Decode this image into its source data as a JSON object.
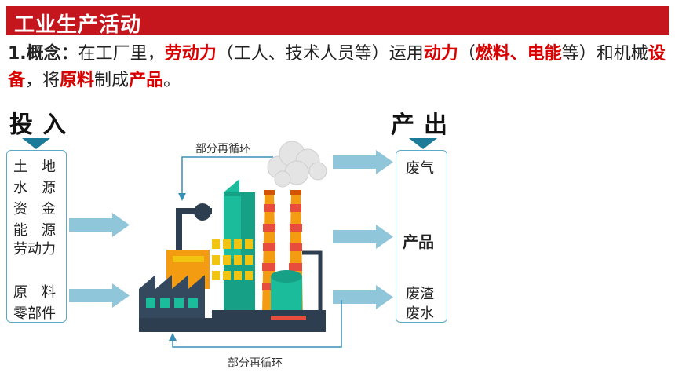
{
  "title": "工业生产活动",
  "concept": {
    "prefix": "1.概念：",
    "t1": "在工厂里，",
    "h1": "劳动力",
    "t2": "（工人、技术人员等）运用",
    "h2": "动力",
    "t3": "（",
    "h3": "燃料、电能",
    "t4": "等）和机械",
    "h4": "设备",
    "t5": "，将",
    "h5": "原料",
    "t6": "制成",
    "h6": "产品",
    "t7": "。"
  },
  "inputs": {
    "heading": "投入",
    "group1": [
      "土　地",
      "水　源",
      "资　金",
      "能　源",
      "劳动力"
    ],
    "group2": [
      "原　料",
      "零部件"
    ]
  },
  "outputs": {
    "heading": "产出",
    "waste_gas": "废气",
    "product": "产品",
    "residue": "废渣",
    "waste_water": "废水"
  },
  "loops": {
    "top": "部分再循环",
    "bottom": "部分再循环"
  },
  "colors": {
    "title_bg": "#c4161c",
    "highlight": "#d90000",
    "arrow": "#8fc6d9",
    "box_border": "#5aa9c6",
    "triangle": "#1d7b9a"
  }
}
